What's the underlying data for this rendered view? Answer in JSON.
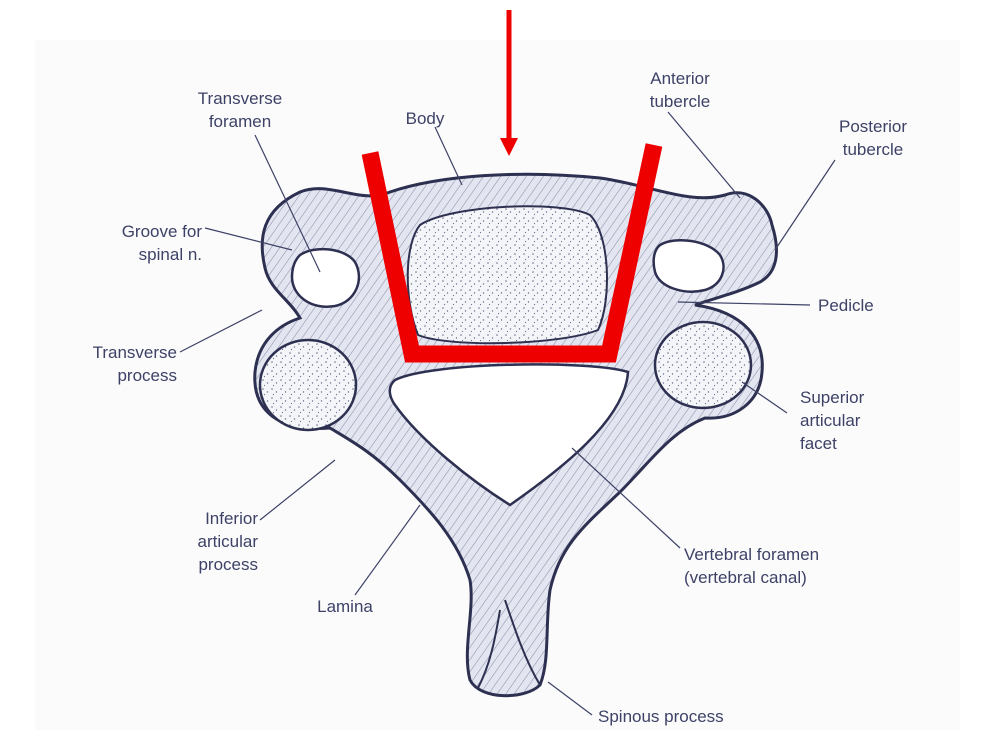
{
  "figure": {
    "colors": {
      "background": "#ffffff",
      "plate": "#fbfbfc",
      "bone_outline": "#2d3050",
      "bone_fill": "#e3e6f0",
      "hatch": "#8c90a8",
      "label_text": "#3d4266",
      "annotation_red": "#ee0000"
    },
    "labels": {
      "transverse_foramen": [
        "Transverse",
        "foramen"
      ],
      "body": [
        "Body"
      ],
      "anterior_tubercle": [
        "Anterior",
        "tubercle"
      ],
      "posterior_tubercle": [
        "Posterior",
        "tubercle"
      ],
      "groove_for_spinal_n": [
        "Groove for",
        "spinal n."
      ],
      "pedicle": [
        "Pedicle"
      ],
      "transverse_process": [
        "Transverse",
        "process"
      ],
      "superior_articular_facet": [
        "Superior",
        "articular",
        "facet"
      ],
      "inferior_articular_process": [
        "Inferior",
        "articular",
        "process"
      ],
      "vertebral_foramen": [
        "Vertebral foramen",
        "(vertebral canal)"
      ],
      "lamina": [
        "Lamina"
      ],
      "spinous_process": [
        "Spinous process"
      ]
    }
  }
}
